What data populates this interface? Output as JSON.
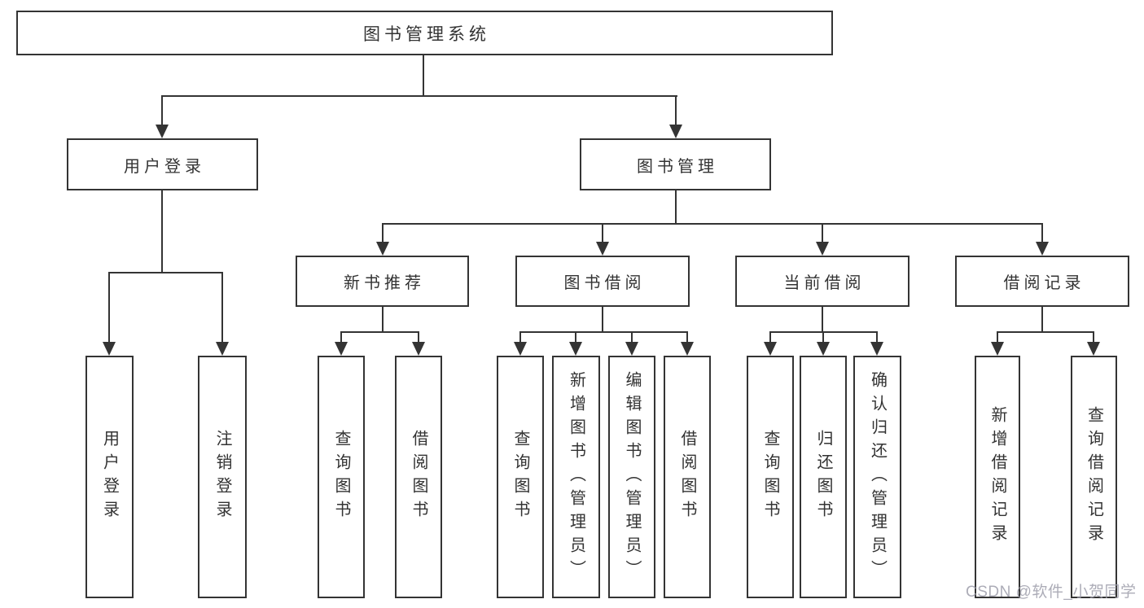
{
  "tree": {
    "root": "图书管理系统",
    "branches": [
      {
        "label": "用户登录",
        "leaves": [
          "用户登录",
          "注销登录"
        ]
      },
      {
        "label": "图书管理",
        "groups": [
          {
            "label": "新书推荐",
            "leaves": [
              "查询图书",
              "借阅图书"
            ]
          },
          {
            "label": "图书借阅",
            "leaves": [
              "查询图书",
              "新增图书（管理员）",
              "编辑图书（管理员）",
              "借阅图书"
            ]
          },
          {
            "label": "当前借阅",
            "leaves": [
              "查询图书",
              "归还图书",
              "确认归还（管理员）"
            ]
          },
          {
            "label": "借阅记录",
            "leaves": [
              "新增借阅记录",
              "查询借阅记录"
            ]
          }
        ]
      }
    ]
  },
  "watermark": "CSDN @软件_小贺同学",
  "colors": {
    "line": "#343434",
    "text": "#333333",
    "background": "#ffffff",
    "watermark": "#9e9eaa"
  }
}
